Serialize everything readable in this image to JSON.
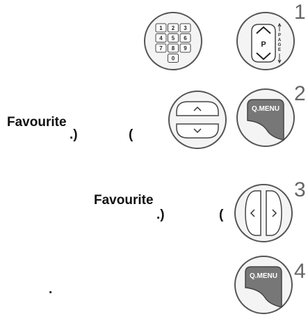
{
  "steps": [
    {
      "number": "1"
    },
    {
      "number": "2",
      "text_line1": "Favourite",
      "text_line2a": ".)",
      "text_line2b": "("
    },
    {
      "number": "3",
      "text_line1": "Favourite",
      "text_line2a": ".)",
      "text_line2b": "("
    },
    {
      "number": "4",
      "text_line1": "."
    }
  ],
  "keypad": {
    "keys": [
      "1",
      "2",
      "3",
      "4",
      "5",
      "6",
      "7",
      "8",
      "9",
      "0"
    ]
  },
  "page_button": {
    "center": "P",
    "side": "PAGE"
  },
  "qmenu_button": {
    "label": "Q.MENU"
  },
  "icons": [
    "numeric-keypad-icon",
    "page-rocker-icon",
    "up-down-arrow-icon",
    "qmenu-key-icon",
    "left-right-arrow-icon"
  ]
}
